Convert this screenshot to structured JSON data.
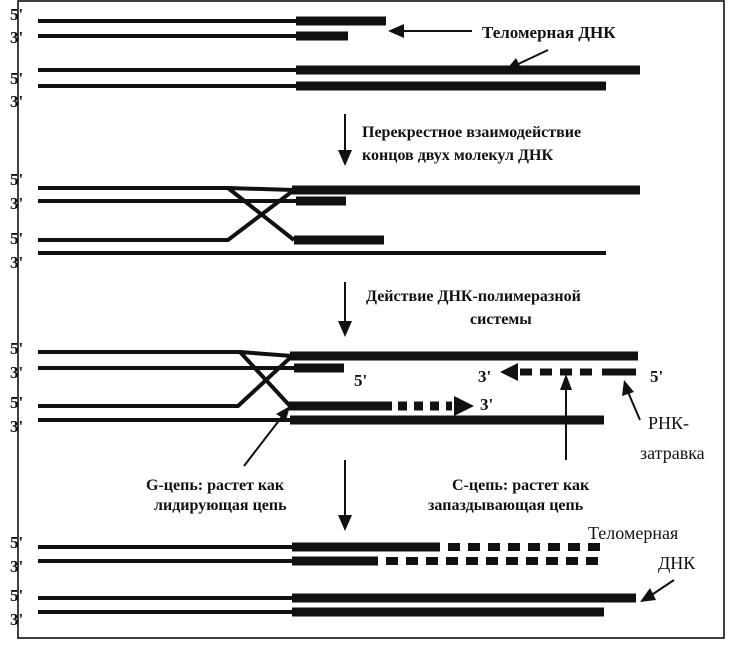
{
  "end_labels": {
    "five_prime": "5'",
    "three_prime": "3'"
  },
  "labels": {
    "telomeric_dna_top": "Теломерная ДНК",
    "step1_line1": "Перекрестное взаимодействие",
    "step1_line2": "концов двух молекул ДНК",
    "step2_line1": "Действие ДНК-полимеразной",
    "step2_line2": "системы",
    "rna_primer_line1": "РНК-",
    "rna_primer_line2": "затравка",
    "g_strand_line1": "G-цепь: растет как",
    "g_strand_line2": "лидирующая цепь",
    "c_strand_line1": "С-цепь: растет как",
    "c_strand_line2": "запаздывающая цепь",
    "telomeric_dna_bottom_line1": "Теломерная",
    "telomeric_dna_bottom_line2": "ДНК"
  },
  "colors": {
    "ink": "#111111",
    "background": "#ffffff"
  }
}
